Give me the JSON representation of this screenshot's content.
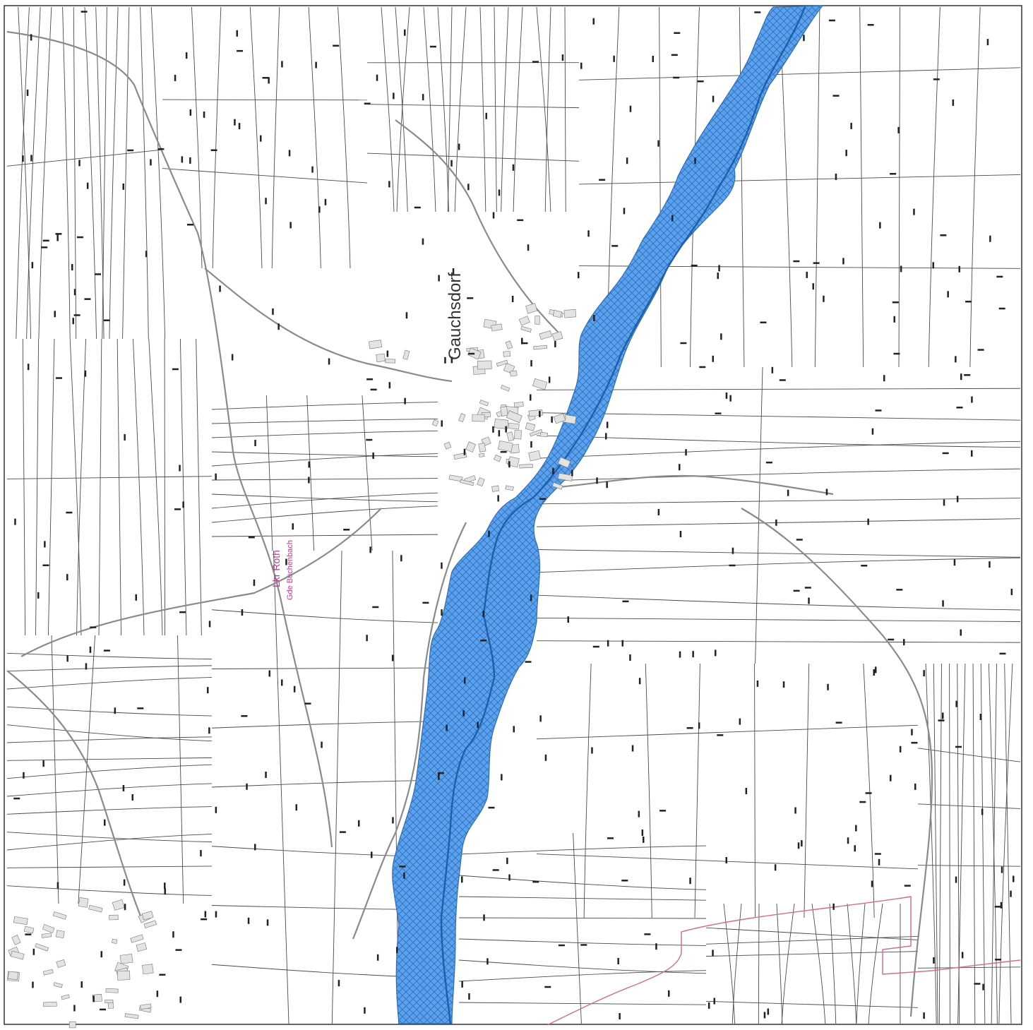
{
  "map": {
    "labels": {
      "town": "Gauchsdorf",
      "district": "Lkr Roth",
      "municipality": "Gde Büchenbach"
    },
    "colors": {
      "background": "#ffffff",
      "parcel_lines": "#4a4a4a",
      "roads": "#8a8a8a",
      "flood_fill": "#5aa2f0",
      "flood_hatch": "#2f6db3",
      "stream": "#1e5fa8",
      "admin_boundary": "#d56a8a",
      "admin_labels": "#c0398f"
    },
    "legend": "none"
  }
}
